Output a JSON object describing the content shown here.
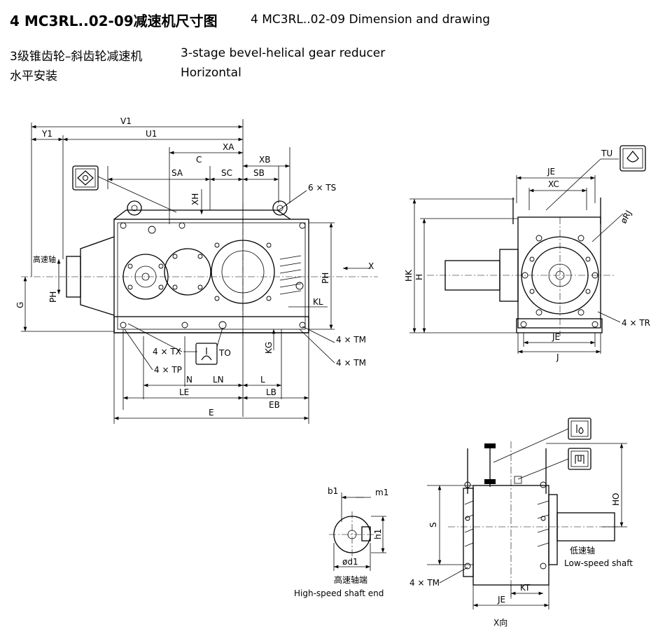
{
  "header": {
    "title_cn": "4 MC3RL..02-09减速机尺寸图",
    "title_en": "4 MC3RL..02-09 Dimension and drawing",
    "subtitle1_cn": "3级锥齿轮–斜齿轮减速机",
    "subtitle1_en": "3-stage bevel-helical gear reducer",
    "subtitle2_cn": "水平安装",
    "subtitle2_en": "Horizontal"
  },
  "front_view": {
    "dims": {
      "V1": "V1",
      "Y1": "Y1",
      "U1": "U1",
      "C": "C",
      "XA": "XA",
      "XB": "XB",
      "SA": "SA",
      "SC": "SC",
      "SB": "SB",
      "XH": "XH",
      "PH": "PH",
      "G": "G",
      "KL": "KL",
      "KG": "KG",
      "N": "N",
      "LN": "LN",
      "L": "L",
      "LB": "LB",
      "LE": "LE",
      "EB": "EB",
      "E": "E"
    },
    "callouts": {
      "ts": "6 × TS",
      "tx": "4 × TX",
      "tp": "4 × TP",
      "tm1": "4 × TM",
      "tm2": "4 × TM",
      "to": "TO",
      "high_speed_cn": "高速轴",
      "x_arrow": "X"
    }
  },
  "side_view": {
    "dims": {
      "JE_top": "JE",
      "XC": "XC",
      "TU": "TU",
      "RJ": "øRJ",
      "HK": "HK",
      "H": "H",
      "TR": "4 × TR",
      "JE_bottom": "JE",
      "J": "J"
    }
  },
  "shaft_end": {
    "dims": {
      "b1": "b1",
      "m1": "m1",
      "h1": "h1",
      "d1": "ød1"
    },
    "caption_cn": "高速轴端",
    "caption_en": "High-speed shaft end"
  },
  "x_view": {
    "dims": {
      "S": "S",
      "HO": "HO",
      "TM": "4 × TM",
      "KT": "KT",
      "JE": "JE"
    },
    "low_speed_cn": "低速轴",
    "low_speed_en": "Low-speed shaft",
    "caption": "X向"
  },
  "icons": [
    "vent-icon",
    "oil-fill-icon",
    "oil-drain-icon",
    "oil-level-icon",
    "dipstick-icon"
  ]
}
